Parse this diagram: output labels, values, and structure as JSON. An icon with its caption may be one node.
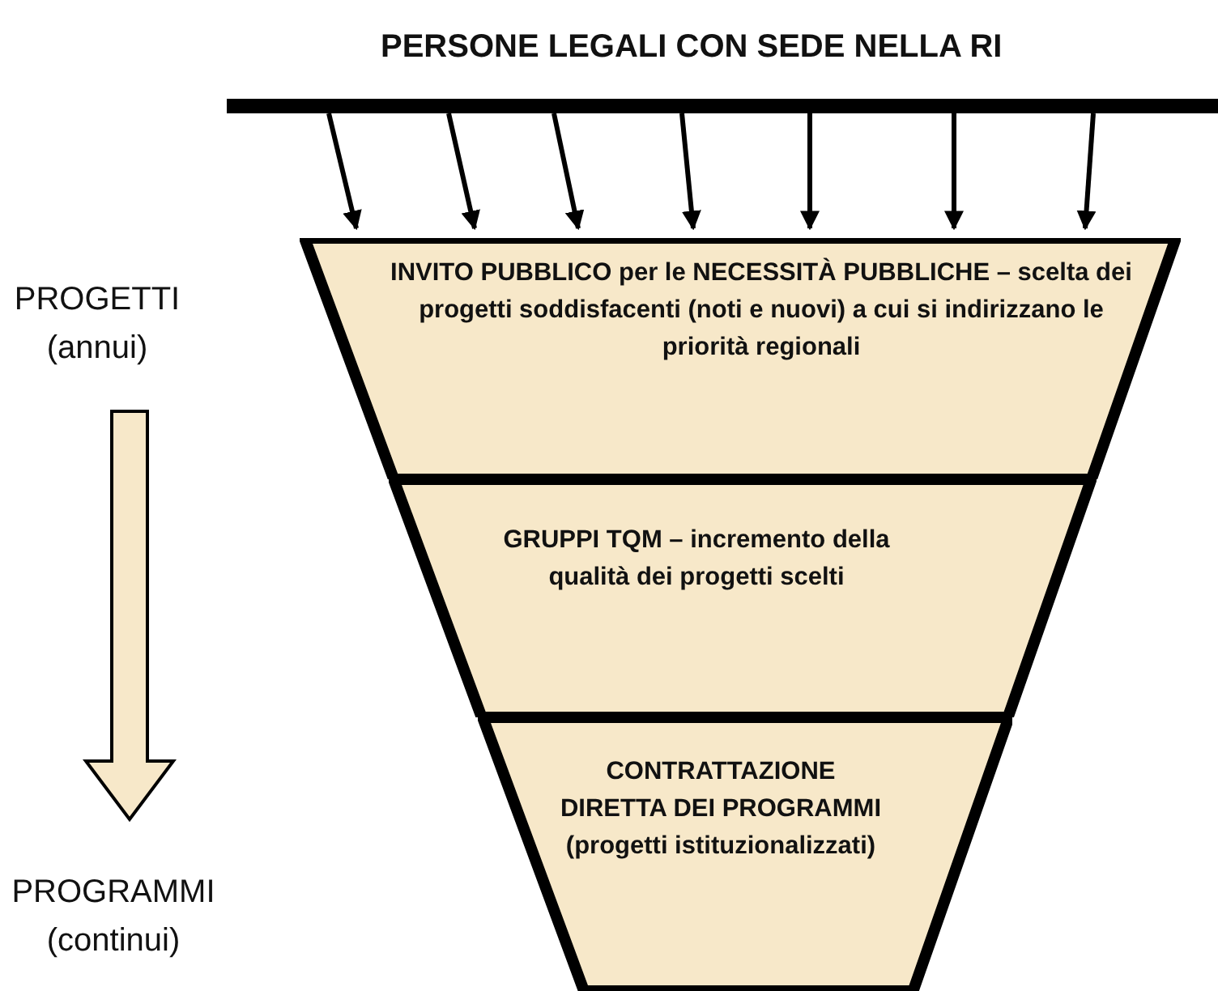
{
  "diagram": {
    "nodes": [
      {
        "text": [
          "PERSONE LEGALI CON SEDE NELLA RI"
        ]
      },
      {
        "text": [
          "INVITO PUBBLICO per le NECESSITÀ PUBBLICHE – scelta dei progetti soddisfacenti (noti e nuovi) a cui si indirizzano le priorità regionali"
        ]
      },
      {
        "text": [
          "GRUPPI TQM – incremento della qualità dei progetti scelti"
        ]
      },
      {
        "text": [
          "CONTRATTAZIONE DIRETTA DEI PROGRAMMI (progetti istituzionalizzati)"
        ]
      },
      {
        "text": [
          "PROGETTI",
          "(annui)"
        ]
      },
      {
        "text": [
          "PROGRAMMI",
          "(continui)"
        ]
      }
    ],
    "edges": [
      {
        "from": 0,
        "to": 1,
        "arrow": "to"
      },
      {
        "from": 0,
        "to": 1,
        "arrow": "to"
      },
      {
        "from": 0,
        "to": 1,
        "arrow": "to"
      },
      {
        "from": 0,
        "to": 1,
        "arrow": "to"
      },
      {
        "from": 0,
        "to": 1,
        "arrow": "to"
      },
      {
        "from": 0,
        "to": 1,
        "arrow": "to"
      },
      {
        "from": 0,
        "to": 1,
        "arrow": "to"
      },
      {
        "from": 4,
        "to": 5,
        "arrow": "to"
      }
    ]
  }
}
